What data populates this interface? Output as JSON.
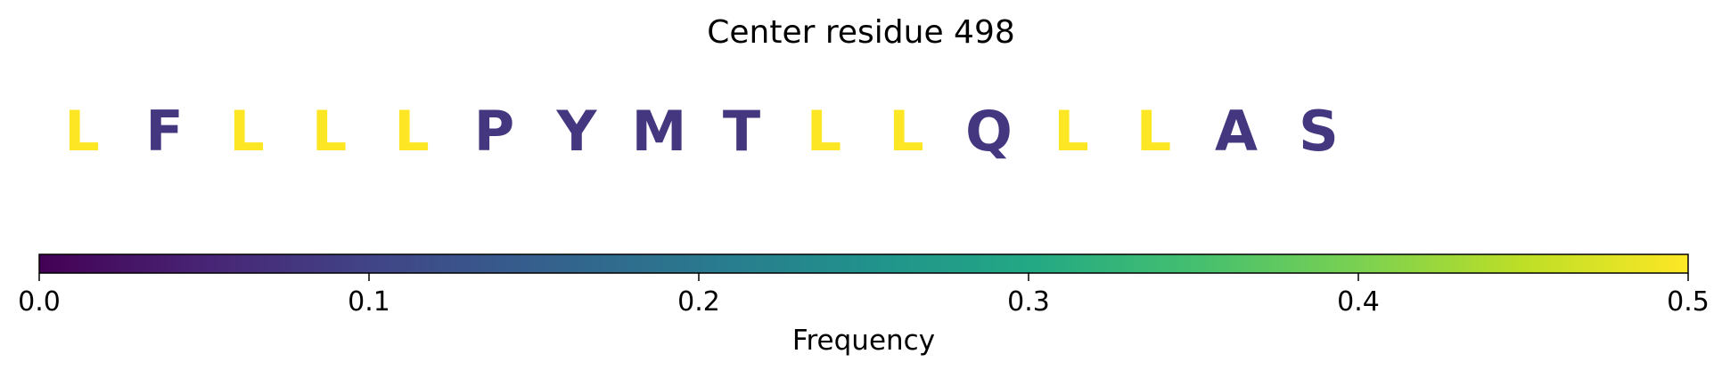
{
  "chart_data": {
    "type": "sequence-colorbar",
    "title": "Center residue 498",
    "residues": [
      {
        "letter": "L",
        "value": 0.5
      },
      {
        "letter": "F",
        "value": 0.08
      },
      {
        "letter": "L",
        "value": 0.5
      },
      {
        "letter": "L",
        "value": 0.5
      },
      {
        "letter": "L",
        "value": 0.5
      },
      {
        "letter": "P",
        "value": 0.08
      },
      {
        "letter": "Y",
        "value": 0.08
      },
      {
        "letter": "M",
        "value": 0.08
      },
      {
        "letter": "T",
        "value": 0.08
      },
      {
        "letter": "L",
        "value": 0.5
      },
      {
        "letter": "L",
        "value": 0.5
      },
      {
        "letter": "Q",
        "value": 0.08
      },
      {
        "letter": "L",
        "value": 0.5
      },
      {
        "letter": "L",
        "value": 0.5
      },
      {
        "letter": "A",
        "value": 0.08
      },
      {
        "letter": "S",
        "value": 0.08
      }
    ],
    "colorbar": {
      "label": "Frequency",
      "range": [
        0.0,
        0.5
      ],
      "colormap": "viridis",
      "ticks": [
        0.0,
        0.1,
        0.2,
        0.3,
        0.4,
        0.5
      ],
      "tick_labels": [
        "0.0",
        "0.1",
        "0.2",
        "0.3",
        "0.4",
        "0.5"
      ]
    }
  }
}
